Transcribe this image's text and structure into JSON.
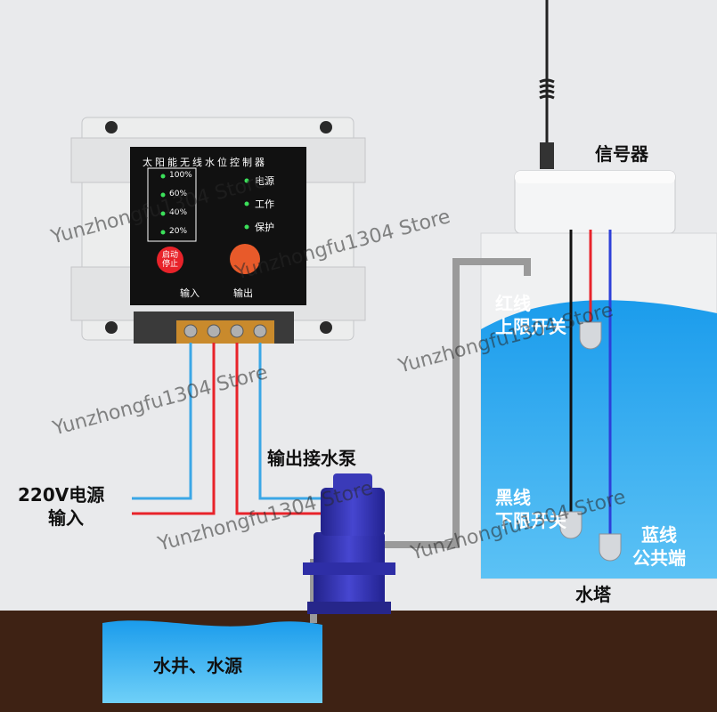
{
  "controller": {
    "title": "太阳能无线水位控制器",
    "levels": [
      "100%",
      "60%",
      "40%",
      "20%"
    ],
    "indicators": [
      "电源",
      "工作",
      "保护"
    ],
    "button_start": "启动",
    "button_stop": "停止",
    "terminal_in": "输入",
    "terminal_out": "输出"
  },
  "labels": {
    "signal": "信号器",
    "power_line1": "220V电源",
    "power_line2": "输入",
    "pump": "输出接水泵",
    "red_line1": "红线",
    "red_line2": "上限开关",
    "black_line1": "黑线",
    "black_line2": "下限开关",
    "blue_line1": "蓝线",
    "blue_line2": "公共端",
    "tower": "水塔",
    "well": "水井、水源"
  },
  "watermark": "Yunzhongfu1304 Store",
  "colors": {
    "red_wire": "#e8232a",
    "blue_wire": "#3aa7e6",
    "water": "#1598e6",
    "ground": "#3e2214",
    "pipe": "#9a9a9a",
    "pump": "#3a3ab8"
  }
}
